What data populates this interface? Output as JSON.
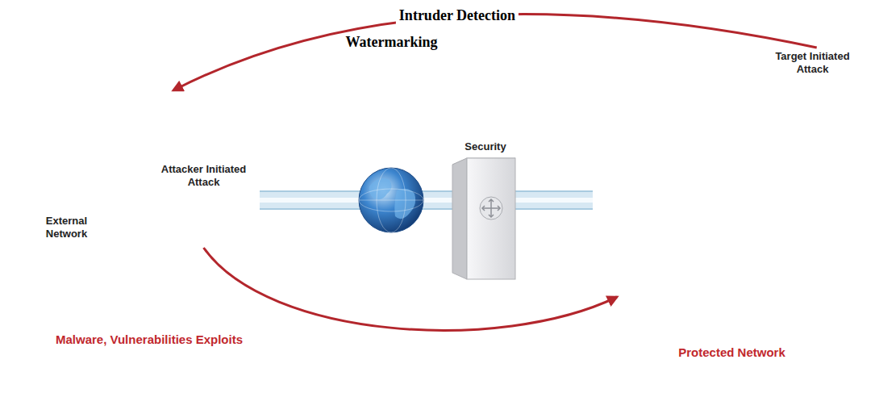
{
  "diagram": {
    "nodes": [
      {
        "text": [
          "External Network"
        ]
      },
      {
        "text": [
          "Attacker Initiated Attack"
        ],
        "in": 0
      },
      {
        "text": [
          "Watermarking"
        ]
      },
      {
        "text": [
          "Security"
        ]
      },
      {
        "text": [
          "Protected Network"
        ]
      },
      {
        "text": [
          "Target Initiated Attack"
        ],
        "in": 4
      }
    ],
    "edges": [
      {
        "from": 1,
        "to": 4,
        "arrow": "to"
      },
      {
        "from": 5,
        "to": 0,
        "label": "Intruder Detection",
        "arrow": "to"
      },
      {
        "from": 0,
        "to": 2,
        "arrow": "none"
      },
      {
        "from": 2,
        "to": 3,
        "arrow": "none"
      },
      {
        "from": 3,
        "to": 4,
        "arrow": "none"
      }
    ],
    "labels": [
      "Malware, Vulnerabilities Exploits"
    ]
  }
}
